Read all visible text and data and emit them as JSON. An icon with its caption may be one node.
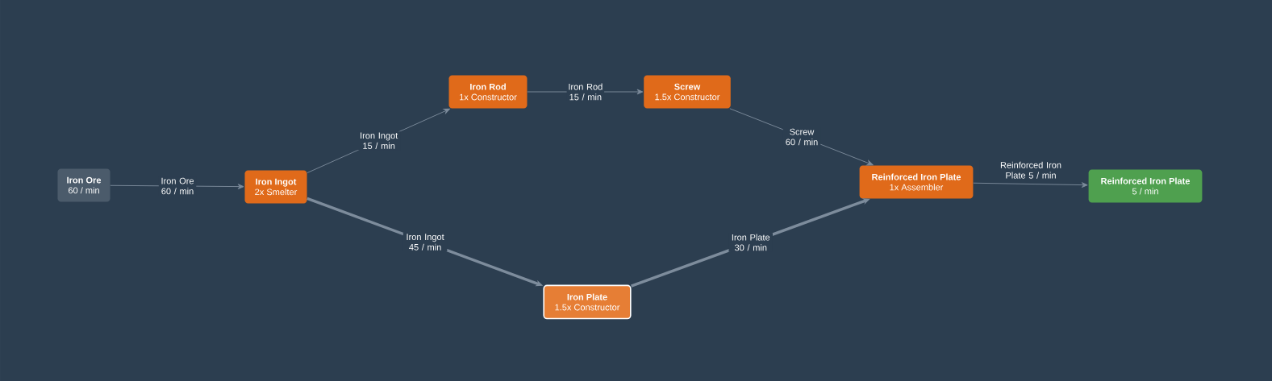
{
  "diagram": {
    "nodes": [
      {
        "text": [
          "Iron Ore",
          "60 / min"
        ]
      },
      {
        "text": [
          "Iron Ingot",
          "2x Smelter"
        ]
      },
      {
        "text": [
          "Iron Rod",
          "1x Constructor"
        ]
      },
      {
        "text": [
          "Screw",
          "1.5x Constructor"
        ]
      },
      {
        "text": [
          "Iron Plate",
          "1.5x Constructor"
        ]
      },
      {
        "text": [
          "Reinforced Iron Plate",
          "1x Assembler"
        ]
      },
      {
        "text": [
          "Reinforced Iron Plate",
          "5 / min"
        ]
      }
    ],
    "edges": [
      {
        "from": 0,
        "to": 1,
        "arrow": "to",
        "label": "Iron Ore 60 / min"
      },
      {
        "from": 1,
        "to": 2,
        "arrow": "to",
        "label": "Iron Ingot 15 / min"
      },
      {
        "from": 2,
        "to": 3,
        "arrow": "to",
        "label": "Iron Rod 15 / min"
      },
      {
        "from": 3,
        "to": 5,
        "arrow": "to",
        "label": "Screw 60 / min"
      },
      {
        "from": 5,
        "to": 6,
        "arrow": "to",
        "label": "Reinforced Iron Plate 5 / min"
      },
      {
        "from": 1,
        "to": 4,
        "arrow": "to",
        "label": "Iron Ingot 45 / min",
        "style": "thick"
      },
      {
        "from": 4,
        "to": 5,
        "arrow": "to",
        "label": "Iron Plate 30 / min",
        "style": "thick"
      }
    ]
  }
}
